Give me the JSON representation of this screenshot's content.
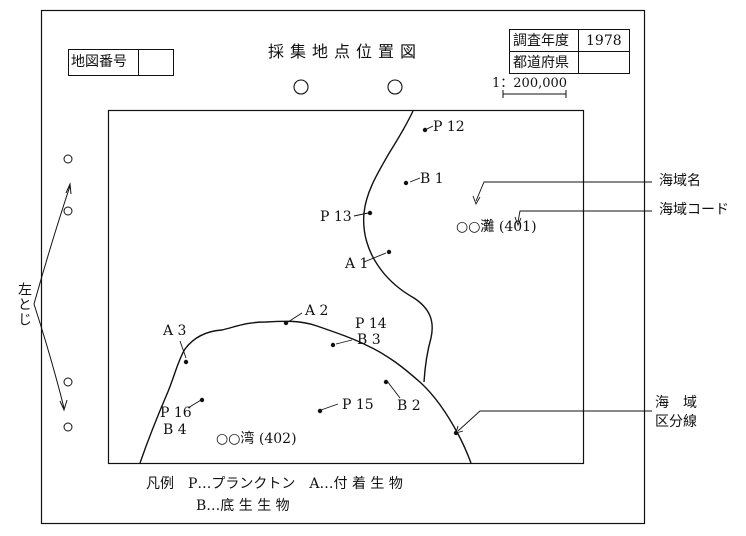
{
  "header": {
    "title": "採集地点位置図",
    "map_number_label": "地図番号",
    "map_number_value": "",
    "survey_year_label": "調査年度",
    "survey_year_value": "1978",
    "prefecture_label": "都道府県",
    "prefecture_value": "",
    "scale": "1：200,000"
  },
  "binding": {
    "label": "左とじ"
  },
  "map": {
    "points": [
      {
        "id": "P12",
        "label": "P 12"
      },
      {
        "id": "B1",
        "label": "B 1"
      },
      {
        "id": "P13",
        "label": "P 13"
      },
      {
        "id": "A1",
        "label": "A 1"
      },
      {
        "id": "A2",
        "label": "A 2"
      },
      {
        "id": "P14",
        "label": "P 14"
      },
      {
        "id": "B3",
        "label": "B 3"
      },
      {
        "id": "A3",
        "label": "A 3"
      },
      {
        "id": "P15",
        "label": "P 15"
      },
      {
        "id": "B2",
        "label": "B 2"
      },
      {
        "id": "P16",
        "label": "P 16"
      },
      {
        "id": "B4",
        "label": "B 4"
      }
    ],
    "sea_area_1": "○○灘 (401)",
    "sea_area_2": "○○湾 (402)"
  },
  "annotations": {
    "sea_area_name": "海域名",
    "sea_area_code": "海域コード",
    "boundary_line_1": "海　域",
    "boundary_line_2": "区分線"
  },
  "legend": {
    "line1": "凡例　P…プランクトン　A…付 着 生 物",
    "line2": "B…底 生 生 物"
  }
}
